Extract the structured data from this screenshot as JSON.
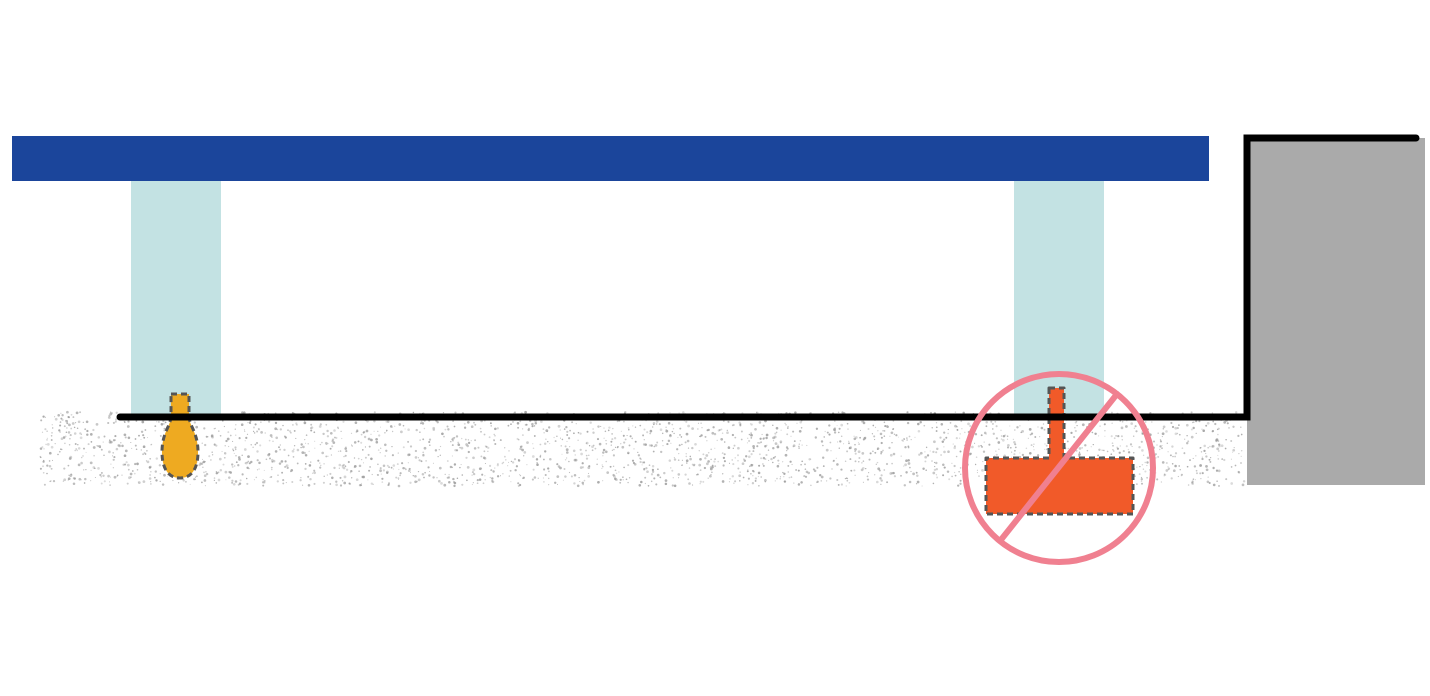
{
  "diagram": {
    "colors": {
      "background": "#ffffff",
      "beam": "#1b459b",
      "post": "#c3e2e3",
      "ground_line": "#000000",
      "gravel_dot": "#9a9a9a",
      "wall": "#aaaaaa",
      "wall_outline": "#000000",
      "small_footing": "#eeaa21",
      "large_footing": "#f15a29",
      "footing_dash": "#555555",
      "prohibition_sign": "#f08090"
    },
    "elements": {
      "beam": {
        "shape": "rectangle"
      },
      "posts": [
        {
          "shape": "rectangle"
        },
        {
          "shape": "rectangle"
        }
      ],
      "ground": {
        "shape": "line",
        "texture": "gravel"
      },
      "wall": {
        "shape": "rectangle",
        "outline": "step"
      },
      "footings": [
        {
          "kind": "small",
          "marker": "none"
        },
        {
          "kind": "large",
          "marker": "prohibition-icon"
        }
      ]
    }
  }
}
